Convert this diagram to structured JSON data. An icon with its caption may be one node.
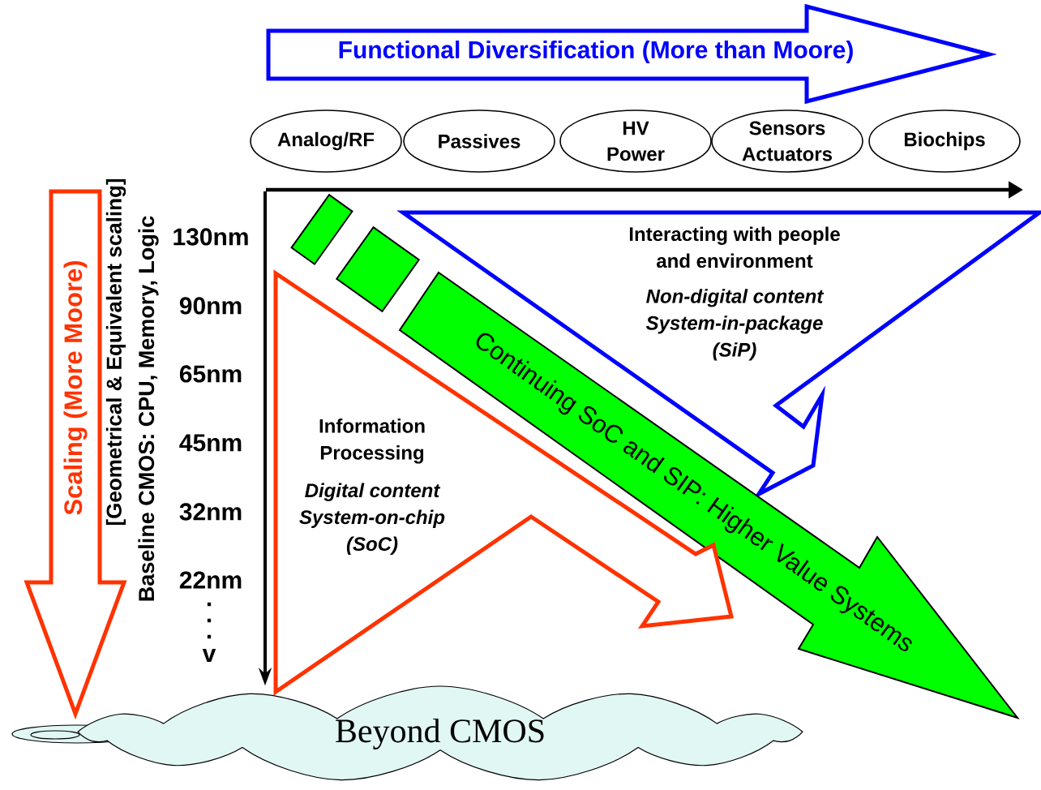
{
  "diagram": {
    "nodes": [
      {
        "text": [
          "Functional Diversification (More than Moore)"
        ]
      },
      {
        "text": [
          "Analog/RF"
        ]
      },
      {
        "text": [
          "Passives"
        ]
      },
      {
        "text": [
          "HV Power"
        ]
      },
      {
        "text": [
          "Sensors Actuators"
        ]
      },
      {
        "text": [
          "Biochips"
        ]
      },
      {
        "text": [
          "Scaling (More Moore)"
        ]
      },
      {
        "text": [],
        "shape": "box"
      },
      {
        "text": [],
        "shape": "box"
      },
      {
        "text": [
          "Interacting with people and environment",
          "Non-digital content System-in-package (SiP)"
        ]
      },
      {
        "text": [
          "Continuing SoC and SIP: Higher Value Systems"
        ]
      },
      {
        "text": [
          "Information Processing",
          "Digital content System-on-chip (SoC)"
        ]
      },
      {
        "text": [
          "Beyond CMOS"
        ]
      }
    ],
    "edges": [
      {
        "from": null,
        "to": 12,
        "arrow": "to"
      }
    ],
    "labels": [
      "[Geometrical & Equivalent scaling]",
      "Baseline CMOS: CPU, Memory, Logic",
      "130nm",
      "90nm",
      "65nm",
      "45nm",
      "32nm",
      "22nm",
      ".",
      ".",
      ".",
      "v"
    ]
  }
}
